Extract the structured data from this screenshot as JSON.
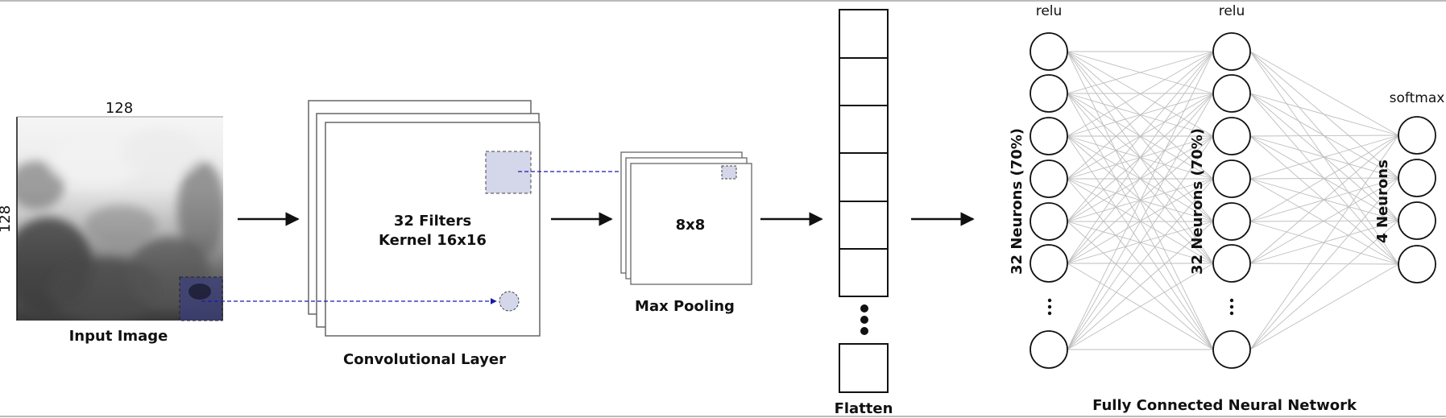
{
  "input": {
    "width_label": "128",
    "height_label": "128",
    "caption": "Input Image"
  },
  "conv": {
    "line1": "32 Filters",
    "line2": "Kernel 16x16",
    "caption": "Convolutional Layer"
  },
  "pool": {
    "size": "8x8",
    "caption": "Max Pooling"
  },
  "flatten": {
    "caption": "Flatten"
  },
  "fc": {
    "caption": "Fully Connected Neural Network",
    "layer1": {
      "activation": "relu",
      "label": "32 Neurons (70%)"
    },
    "layer2": {
      "activation": "relu",
      "label": "32 Neurons (70%)"
    },
    "layer3": {
      "activation": "softmax",
      "label": "4 Neurons"
    }
  },
  "colors": {
    "dashed_arrow": "#1a1aa8",
    "patch_fill": "#d4d6ea",
    "connection": "#bdbdbd"
  }
}
